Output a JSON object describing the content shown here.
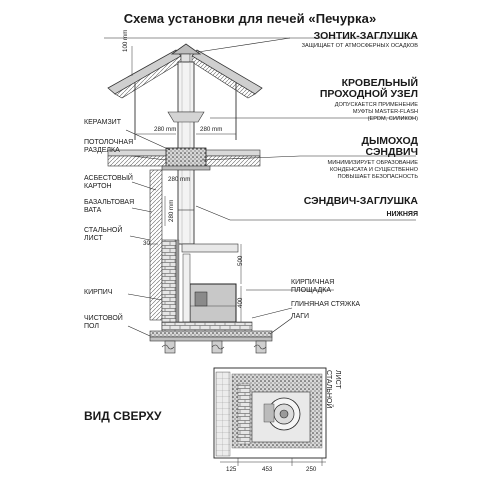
{
  "title": "Схема установки для печей «Печурка»",
  "right_labels": {
    "umbrella_title": "ЗОНТИК-ЗАГЛУШКА",
    "umbrella_note": "ЗАЩИЩАЕТ ОТ АТМОСФЕРНЫХ ОСАДКОВ",
    "roof_title_1": "КРОВЕЛЬНЫЙ",
    "roof_title_2": "ПРОХОДНОЙ УЗЕЛ",
    "roof_note_1": "ДОПУСКАЕТСЯ ПРИМЕНЕНИЕ",
    "roof_note_2": "МУФТЫ MASTER-FLASH",
    "roof_note_3": "(ЕРDМ, СИЛИКОН)",
    "chimney_title_1": "ДЫМОХОД",
    "chimney_title_2": "СЭНДВИЧ",
    "chimney_note_1": "МИНИМИЗИРУЕТ ОБРАЗОВАНИЕ",
    "chimney_note_2": "КОНДЕНСАТА И СУЩЕСТВЕННО",
    "chimney_note_3": "ПОВЫШАЕТ БЕЗОПАСНОСТЬ",
    "plug_title": "СЭНДВИЧ-ЗАГЛУШКА",
    "plug_sub": "НИЖНЯЯ",
    "brick_platform_1": "КИРПИЧНАЯ",
    "brick_platform_2": "ПЛОЩАДКА",
    "clay_screed": "ГЛИНЯНАЯ СТЯЖКА",
    "logs": "ЛАГИ"
  },
  "left_labels": {
    "keramzit": "КЕРАМЗИТ",
    "ceiling_1": "ПОТОЛОЧНАЯ",
    "ceiling_2": "РАЗДЕЛКА",
    "asbestos_1": "АСБЕСТОВЫЙ",
    "asbestos_2": "КАРТОН",
    "basalt_1": "БАЗАЛЬТОВАЯ",
    "basalt_2": "ВАТА",
    "steel_1": "СТАЛЬНОЙ",
    "steel_2": "ЛИСТ",
    "brick": "КИРПИЧ",
    "floor_1": "ЧИСТОВОЙ",
    "floor_2": "ПОЛ"
  },
  "dimensions": {
    "top_height": "100 mm",
    "roof_gap_left": "280 mm",
    "roof_gap_right": "280 mm",
    "ceiling_gap": "280 mm",
    "side_gap": "280 mm",
    "wall_gap": "30",
    "stove_height": "500",
    "stove_inner": "400",
    "plan_left": "125",
    "plan_mid": "453",
    "plan_right": "250"
  },
  "top_view": {
    "label": "ВИД СВЕРХУ",
    "steel_sheet_1": "СТАЛЬНОЙ",
    "steel_sheet_2": "ЛИСТ"
  }
}
